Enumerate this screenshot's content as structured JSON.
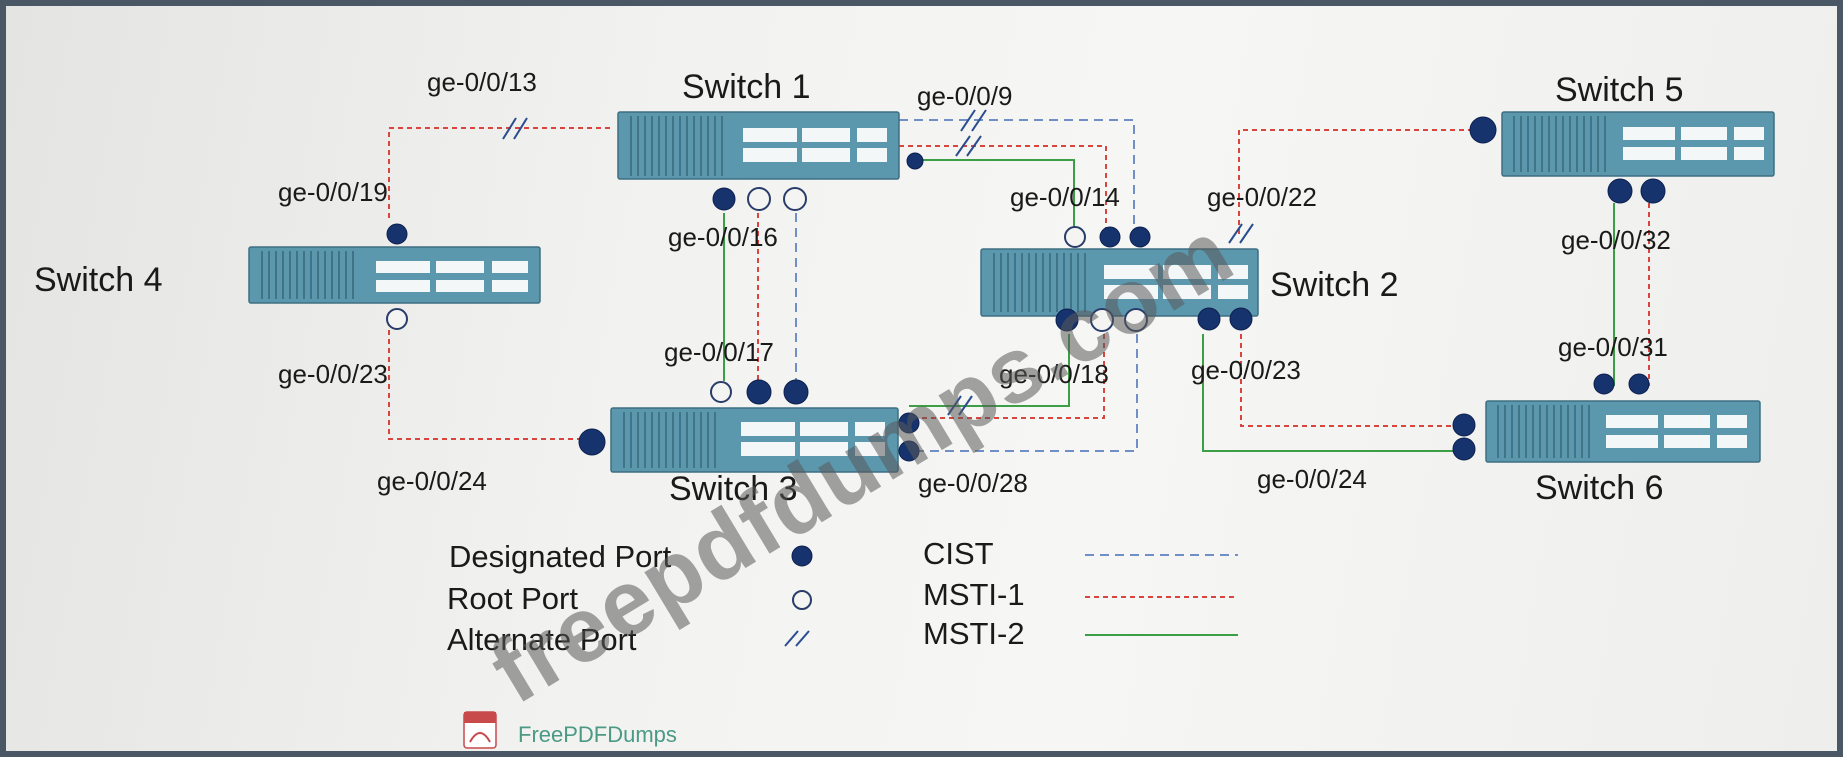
{
  "switches": {
    "sw1": "Switch 1",
    "sw2": "Switch 2",
    "sw3": "Switch 3",
    "sw4": "Switch 4",
    "sw5": "Switch 5",
    "sw6": "Switch 6"
  },
  "ports": {
    "p_13": "ge-0/0/13",
    "p_9": "ge-0/0/9",
    "p_19": "ge-0/0/19",
    "p_14": "ge-0/0/14",
    "p_22": "ge-0/0/22",
    "p_16": "ge-0/0/16",
    "p_32": "ge-0/0/32",
    "p_17": "ge-0/0/17",
    "p_23_left": "ge-0/0/23",
    "p_18": "ge-0/0/18",
    "p_23_right": "ge-0/0/23",
    "p_31": "ge-0/0/31",
    "p_24_left": "ge-0/0/24",
    "p_28": "ge-0/0/28",
    "p_24_right": "ge-0/0/24"
  },
  "legend": {
    "designated": "Designated Port",
    "root": "Root Port",
    "alternate": "Alternate Port",
    "cist": "CIST",
    "msti1": "MSTI-1",
    "msti2": "MSTI-2"
  },
  "colors": {
    "switch_body": "#5b97ad",
    "designated_port": "#17336d",
    "cist": "#6f8fc6",
    "msti1": "#d8453c",
    "msti2": "#3c9e46"
  },
  "watermark": "freepdfdumps.com",
  "brand": "FreePDFDumps"
}
